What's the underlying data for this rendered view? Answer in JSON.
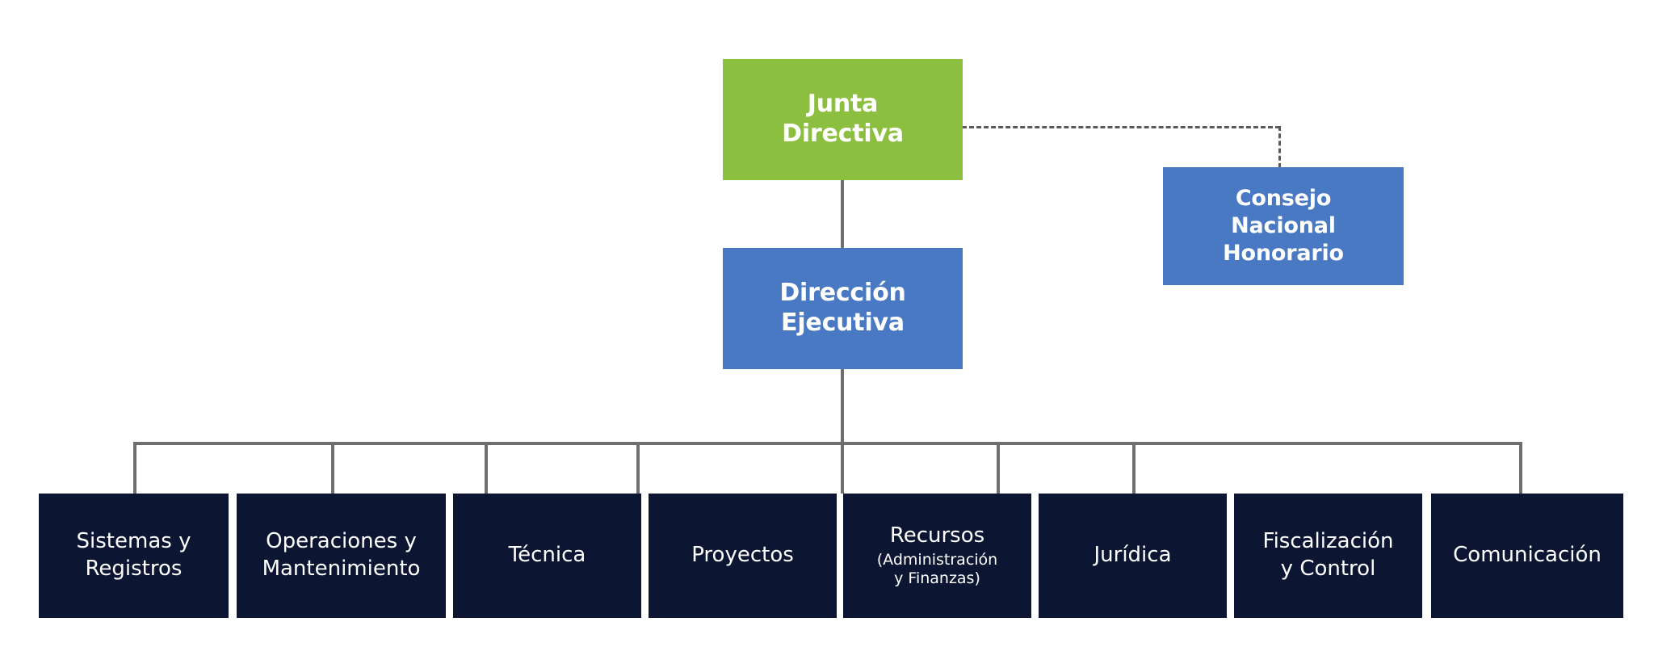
{
  "chart": {
    "type": "org-chart",
    "title": "",
    "colors": {
      "top_level": "#8CBF3F",
      "second_level": "#4A79C3",
      "department": "#0C1633",
      "connector": "#6E6E6E",
      "dashed_connector": "#5A5A5A",
      "background": "#ffffff",
      "text": "#ffffff"
    },
    "levels": [
      {
        "level": 1,
        "nodes": [
          {
            "label": "Junta\nDirectiva",
            "color": "#8CBF3F"
          }
        ]
      },
      {
        "level": 2,
        "nodes": [
          {
            "label": "Dirección\nEjecutiva",
            "color": "#4A79C3"
          },
          {
            "label": "Consejo\nNacional\nHonorario",
            "color": "#4A79C3",
            "relation": "dashed-advisory"
          }
        ]
      },
      {
        "level": 3,
        "nodes": [
          {
            "label": "Sistemas y\nRegistros",
            "color": "#0C1633"
          },
          {
            "label": "Operaciones y\nMantenimiento",
            "color": "#0C1633"
          },
          {
            "label": "Técnica",
            "color": "#0C1633"
          },
          {
            "label": "Proyectos",
            "color": "#0C1633"
          },
          {
            "label": "Recursos",
            "sub": "(Administración\ny Finanzas)",
            "color": "#0C1633"
          },
          {
            "label": "Jurídica",
            "color": "#0C1633"
          },
          {
            "label": "Fiscalización\ny Control",
            "color": "#0C1633"
          },
          {
            "label": "Comunicación",
            "color": "#0C1633"
          }
        ]
      }
    ]
  },
  "top": {
    "junta": "Junta\nDirectiva"
  },
  "second": {
    "direccion": "Dirección\nEjecutiva",
    "consejo": "Consejo\nNacional\nHonorario"
  },
  "departments": {
    "sistemas": "Sistemas y\nRegistros",
    "operaciones": "Operaciones y\nMantenimiento",
    "tecnica": "Técnica",
    "proyectos": "Proyectos",
    "recursos": "Recursos",
    "recursos_sub": "(Administración\ny Finanzas)",
    "juridica": "Jurídica",
    "fiscalizacion": "Fiscalización\ny Control",
    "comunicacion": "Comunicación"
  }
}
